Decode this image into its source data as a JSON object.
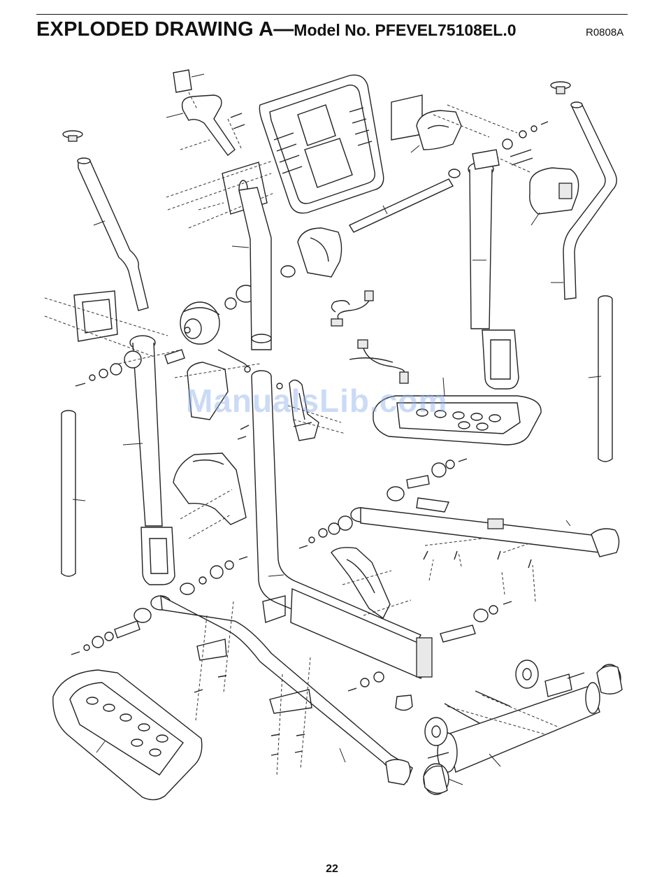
{
  "header": {
    "title_main": "EXPLODED DRAWING A",
    "title_dash": "—",
    "model_text": "Model No. PFEVEL75108EL.0",
    "revision_code": "R0808A"
  },
  "watermark": "ManualsLib.com",
  "footer": {
    "page_number": "22"
  }
}
